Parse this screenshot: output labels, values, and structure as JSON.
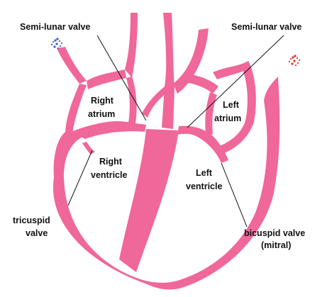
{
  "colors": {
    "muscle": "#f0679a",
    "text": "#111111",
    "leader": "#111111",
    "deoxygenated_marker": "#3b5bdb",
    "oxygenated_marker": "#e03131"
  },
  "labels": {
    "semilunar_left": "Semi-lunar valve",
    "semilunar_right": "Semi-lunar valve",
    "right_atrium": [
      "Right",
      "atrium"
    ],
    "left_atrium": [
      "Left",
      "atrium"
    ],
    "right_ventricle": [
      "Right",
      "ventricle"
    ],
    "left_ventricle": [
      "Left",
      "ventricle"
    ],
    "tricuspid": [
      "tricuspid",
      "valve"
    ],
    "bicuspid": [
      "bicuspid valve",
      "(mitral)"
    ]
  }
}
